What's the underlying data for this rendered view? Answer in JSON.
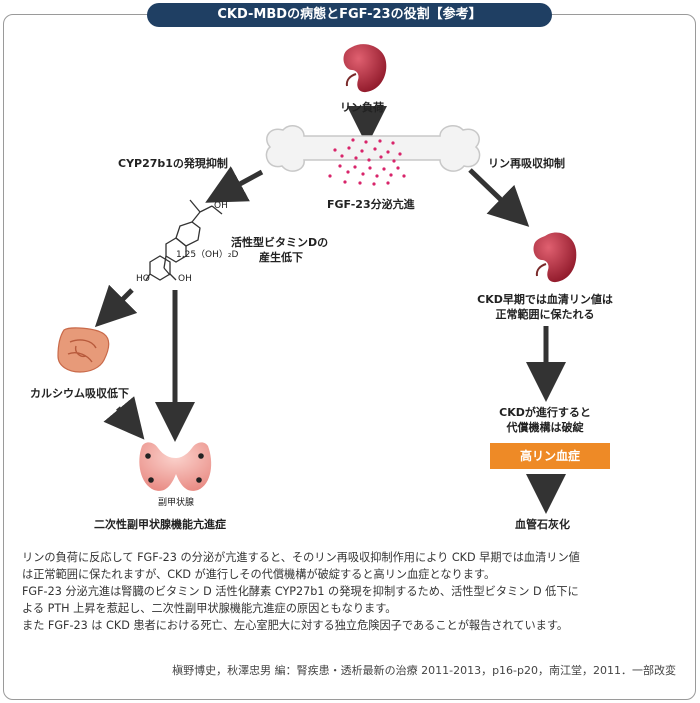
{
  "title": "CKD-MBDの病態とFGF-23の役割【参考】",
  "labels": {
    "phosphate_load": "リン負荷",
    "fgf23_secretion": "FGF-23分泌亢進",
    "cyp27b1": "CYP27b1の発現抑制",
    "phosphate_reabsorption": "リン再吸収抑制",
    "active_vitd_line1": "活性型ビタミンDの",
    "active_vitd_line2": "産生低下",
    "vitd_formula": "1,25（OH）₂D",
    "oh_top": "OH",
    "ho_left": "HO",
    "oh_right": "OH",
    "ckd_early_line1": "CKD早期では血清リン値は",
    "ckd_early_line2": "正常範囲に保たれる",
    "calcium": "カルシウム吸収低下",
    "ckd_progress_line1": "CKDが進行すると",
    "ckd_progress_line2": "代償機構は破綻",
    "hyperphosphatemia": "高リン血症",
    "parathyroid": "副甲状腺",
    "secondary_hpt": "二次性副甲状腺機能亢進症",
    "vascular_calcification": "血管石灰化"
  },
  "caption": {
    "line1": "リンの負荷に反応して FGF-23 の分泌が亢進すると、そのリン再吸収抑制作用により CKD 早期では血清リン値",
    "line2": "は正常範囲に保たれますが、CKD が進行しその代償機構が破綻すると高リン血症となります。",
    "line3": "FGF-23 分泌亢進は腎臓のビタミン D 活性化酵素 CYP27b1 の発現を抑制するため、活性型ビタミン D 低下に",
    "line4": "よる PTH 上昇を惹起し、二次性副甲状腺機能亢進症の原因ともなります。",
    "line5": "また FGF-23 は CKD 患者における死亡、左心室肥大に対する独立危険因子であることが報告されています。"
  },
  "source": "槇野博史，秋澤忠男 編：腎疾患・透析最新の治療 2011-2013，p16-p20，南江堂，2011．一部改変",
  "colors": {
    "title_bg": "#1f3f63",
    "kidney": "#b0253a",
    "bone": "#f1f1f1",
    "dots": "#d8246a",
    "intestine": "#e79a79",
    "thyroid": "#f2a6a0",
    "hyperphosphatemia_bg": "#ee8a26",
    "arrow": "#333333"
  }
}
